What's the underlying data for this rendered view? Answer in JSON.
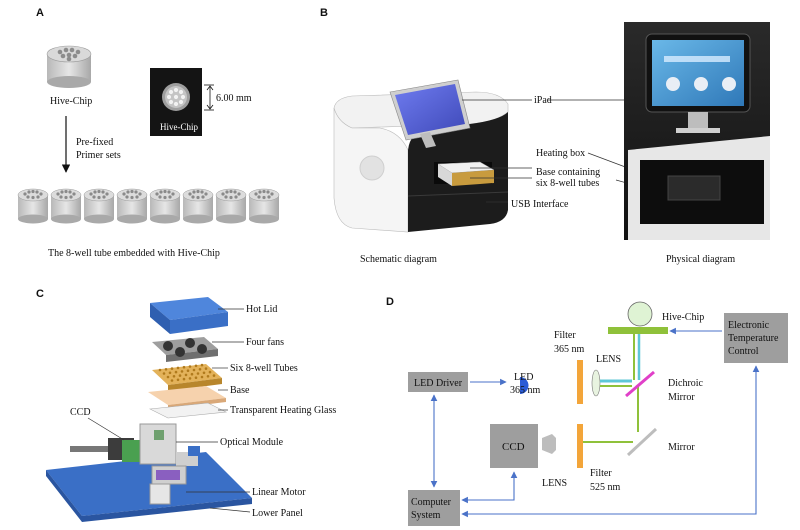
{
  "panels": {
    "a": "A",
    "b": "B",
    "c": "C",
    "d": "D"
  },
  "panel_a": {
    "chip_label": "Hive-Chip",
    "inset_label": "Hive-Chip",
    "dimension": "6.00 mm",
    "arrow_line1": "Pre-fixed",
    "arrow_line2": "Primer sets",
    "caption": "The 8-well tube embedded with Hive-Chip"
  },
  "panel_b": {
    "ipad": "iPad",
    "heating_box": "Heating box",
    "base_line1": "Base containing",
    "base_line2": "six 8-well tubes",
    "usb": "USB Interface",
    "caption_left": "Schematic diagram",
    "caption_right": "Physical diagram"
  },
  "panel_c": {
    "hot_lid": "Hot Lid",
    "four_fans": "Four fans",
    "tubes": "Six 8-well Tubes",
    "base": "Base",
    "glass": "Transparent Heating Glass",
    "ccd": "CCD",
    "optical": "Optical Module",
    "motor": "Linear Motor",
    "panel": "Lower Panel"
  },
  "panel_d": {
    "hive_chip": "Hive-Chip",
    "etc_line1": "Electronic",
    "etc_line2": "Temperature",
    "etc_line3": "Control",
    "filter1_line1": "Filter",
    "filter1_line2": "365 nm",
    "lens_top": "LENS",
    "led_driver": "LED Driver",
    "led_line1": "LED",
    "led_line2": "365 nm",
    "dichroic_line1": "Dichroic",
    "dichroic_line2": "Mirror",
    "ccd": "CCD",
    "mirror": "Mirror",
    "lens_bottom": "LENS",
    "filter2_line1": "Filter",
    "filter2_line2": "525 nm",
    "computer_line1": "Computer",
    "computer_line2": "System"
  },
  "colors": {
    "box_gray": "#9e9e9e",
    "arrow_blue": "#4a72c8",
    "orange": "#f3a53a",
    "green": "#8fc13a",
    "cyan": "#5fc7d6",
    "magenta": "#e040c8",
    "led_blue": "#2a5bd6",
    "lid_blue": "#3a6fc6"
  }
}
